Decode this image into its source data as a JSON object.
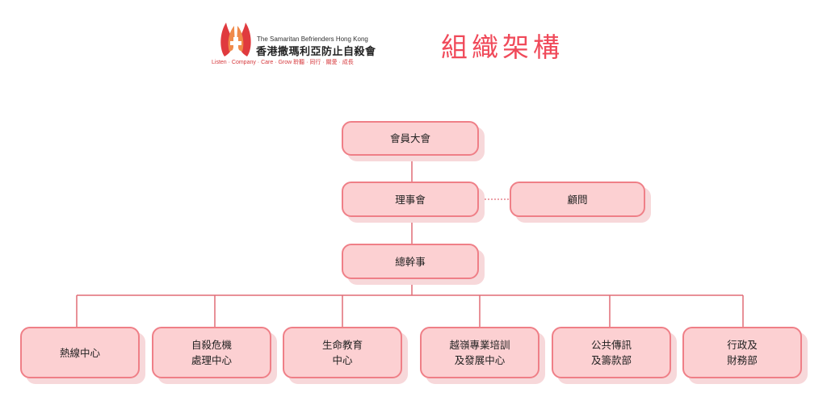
{
  "logo": {
    "org_name_en": "The Samaritan Befrienders Hong Kong",
    "org_name_zh": "香港撒瑪利亞防止自殺會",
    "tagline": "Listen · Company · Care · Grow 聆聽 · 同行 · 關愛 · 成長",
    "colors": {
      "primary": "#e03a3e"
    }
  },
  "title": "組織架構",
  "nodes": {
    "general_meeting": "會員大會",
    "board": "理事會",
    "advisors": "顧問",
    "director": "總幹事",
    "hotline": "熱線中心",
    "crisis": "自殺危機\n處理中心",
    "life_education": "生命教育\n中心",
    "cross_border": "越嶺專業培訓\n及發展中心",
    "communication": "公共傳訊\n及籌款部",
    "admin_finance": "行政及\n財務部"
  },
  "colors": {
    "node_fill": "#fcd0d2",
    "node_border": "#ef7f87",
    "node_shadow": "#f7d8da",
    "connector": "#e06c76",
    "title": "#f04a5a"
  }
}
